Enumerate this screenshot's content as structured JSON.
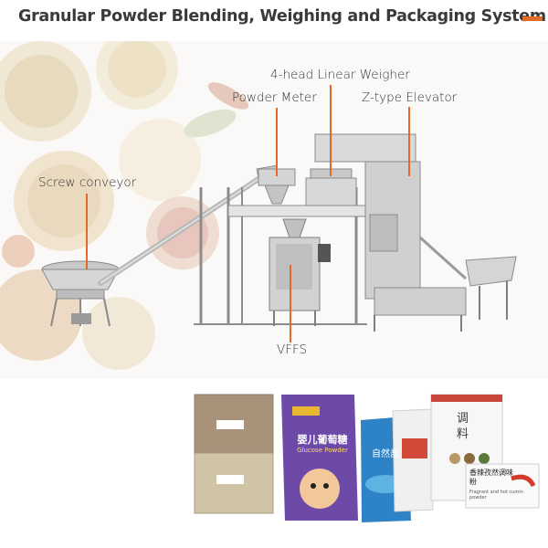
{
  "header": {
    "title": "Granular Powder Blending, Weighing and Packaging System",
    "accent_color": "#e46a2a"
  },
  "diagram": {
    "labels": {
      "weigher": "4-head Linear Weigher",
      "powder_meter": "Powder Meter",
      "elevator": "Z-type Elevator",
      "screw_conveyor": "Screw conveyor",
      "vffs": "VFFS"
    },
    "leader_color": "#e46a2a"
  },
  "products": {
    "glucose_bag_title": "婴儿葡萄糖",
    "glucose_bag_subtitle": "Glucose Powder",
    "salt_bag_text": "自然盐",
    "seasoning_bag_text": "调料",
    "spicy_sachet_text": "香辣孜然调味粉",
    "spicy_sachet_subtitle": "Fragrant and hot cumin powder"
  }
}
